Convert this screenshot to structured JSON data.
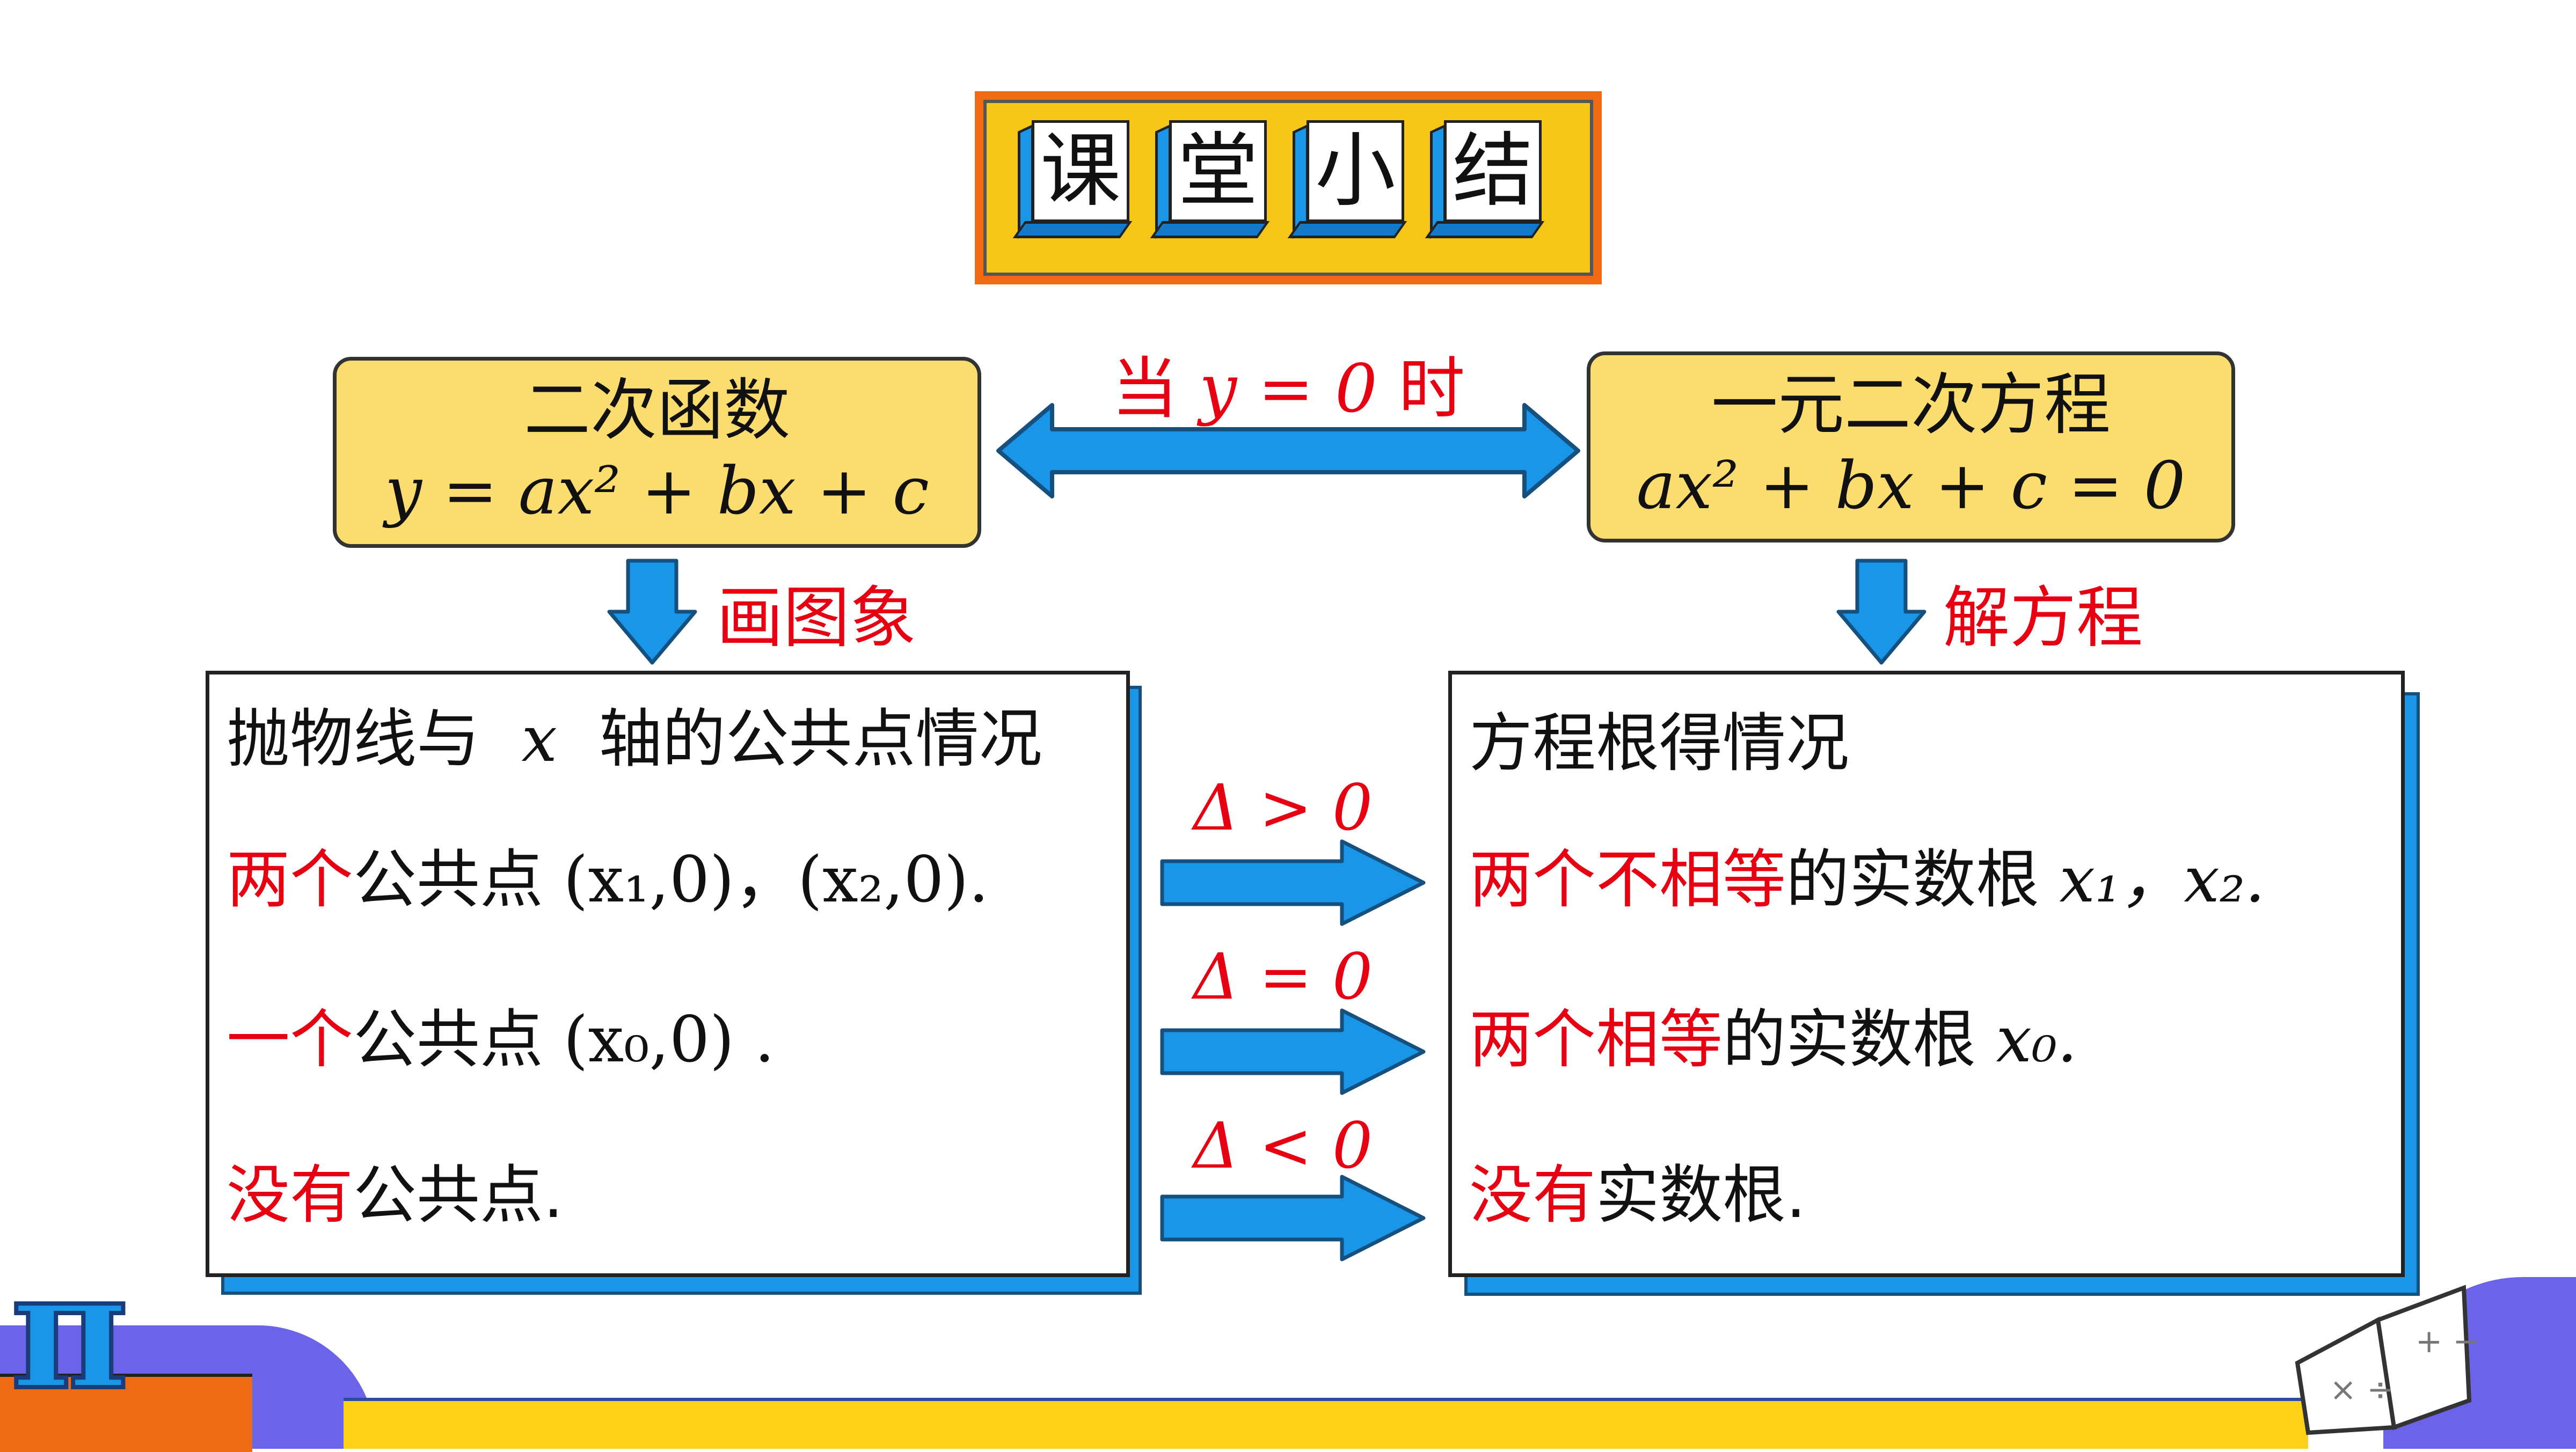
{
  "title": [
    "课",
    "堂",
    "小",
    "结"
  ],
  "left_box": {
    "title": "二次函数",
    "formula": "y = ax² + bx + c"
  },
  "right_box": {
    "title": "一元二次方程",
    "formula": "ax² + bx + c = 0"
  },
  "connector": {
    "prefix": "当",
    "expr": "y = 0",
    "suffix": "时"
  },
  "left_down_label": "画图象",
  "right_down_label": "解方程",
  "left_panel": {
    "heading_a": "抛物线与",
    "heading_var": "x",
    "heading_b": "轴的公共点情况",
    "rows": [
      {
        "red": "两个",
        "black": "公共点",
        "math": "(x₁,0)，(x₂,0)."
      },
      {
        "red": "一个",
        "black": "公共点",
        "math": "(x₀,0) ."
      },
      {
        "red": "没有",
        "black": "公共点.",
        "math": ""
      }
    ]
  },
  "conditions": [
    "Δ > 0",
    "Δ = 0",
    "Δ < 0"
  ],
  "right_panel": {
    "heading": "方程根得情况",
    "rows": [
      {
        "red": "两个不相等",
        "black": "的实数根",
        "math": "x₁，x₂."
      },
      {
        "red": "两个相等",
        "black": "的实数根",
        "math": "x₀."
      },
      {
        "red": "没有",
        "black": "实数根.",
        "math": ""
      }
    ]
  },
  "decor": {
    "pi_symbol": "π",
    "book_icon": "book-icon"
  },
  "colors": {
    "accent_red": "#e60012",
    "arrow_blue": "#1a96e8",
    "yellow": "#fbdc6e",
    "orange": "#ef6a12",
    "purple": "#6b64e8"
  }
}
